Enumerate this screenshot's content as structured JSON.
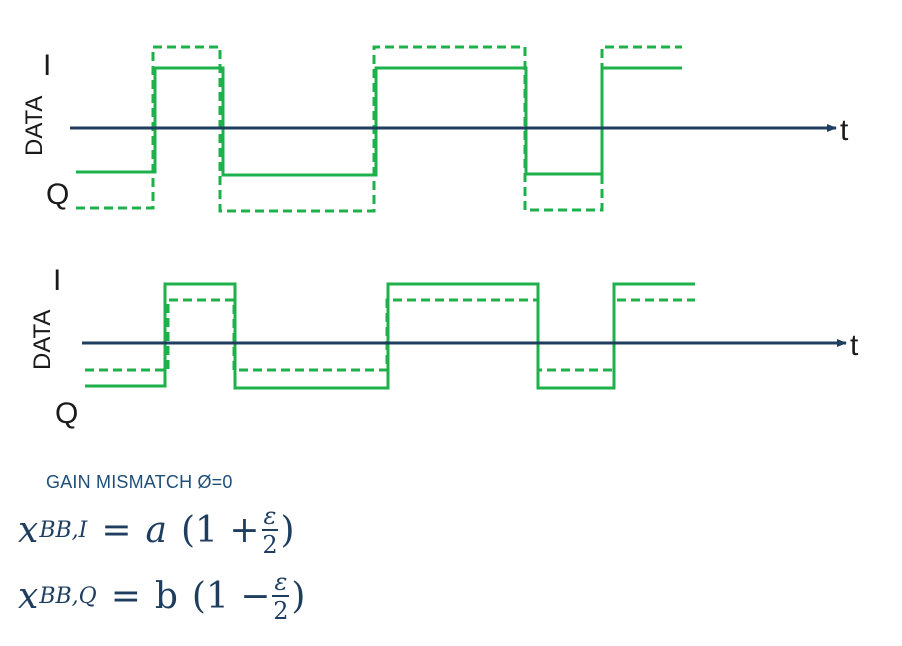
{
  "diagram": {
    "top": {
      "axis_label": "DATA",
      "i_label": "I",
      "q_label": "Q",
      "t_label": "t"
    },
    "bottom": {
      "axis_label": "DATA",
      "i_label": "I",
      "q_label": "Q",
      "t_label": "t"
    }
  },
  "caption": "GAIN MISMATCH Ø=0",
  "equations": {
    "eq1": {
      "var": "x",
      "sub": "BB,I",
      "eq": "=",
      "coef": "a",
      "open": "(1 +",
      "num": "ε",
      "den": "2",
      "close": ")"
    },
    "eq2": {
      "var": "x",
      "sub": "BB,Q",
      "eq": "=",
      "coef": "b",
      "open": "(1 −",
      "num": "ε",
      "den": "2",
      "close": ")"
    }
  },
  "colors": {
    "signal": "#1db04b",
    "axis": "#1f3e5f"
  }
}
